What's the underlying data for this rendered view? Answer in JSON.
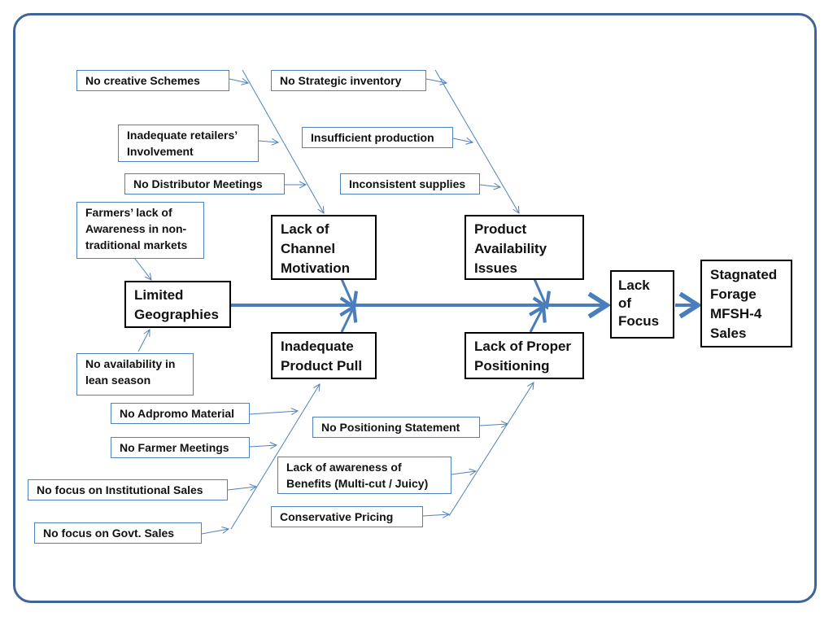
{
  "diagram": {
    "type": "fishbone",
    "effect": "Stagnated\nForage\nMFSH-4\nSales",
    "intermediate": "Lack\nof\nFocus",
    "categories": {
      "limited_geographies": {
        "label": "Limited\nGeographies",
        "causes": [
          "Farmers’ lack of\nAwareness in non-\ntraditional markets",
          "No availability in\nlean season"
        ]
      },
      "lack_channel_motivation": {
        "label": "Lack of\nChannel\nMotivation",
        "causes": [
          "No creative Schemes",
          "Inadequate retailers’\nInvolvement",
          "No Distributor Meetings"
        ]
      },
      "product_availability": {
        "label": "Product\nAvailability\nIssues",
        "causes": [
          "No Strategic inventory",
          "Insufficient production",
          "Inconsistent supplies"
        ]
      },
      "inadequate_product_pull": {
        "label": "Inadequate\nProduct Pull",
        "causes": [
          "No  Adpromo Material",
          "No Farmer Meetings",
          "No focus on  Institutional Sales",
          "No focus on  Govt. Sales"
        ]
      },
      "lack_positioning": {
        "label": "Lack of Proper\nPositioning",
        "causes": [
          "No Positioning Statement",
          "Lack of awareness  of\nBenefits (Multi-cut / Juicy)",
          "Conservative Pricing"
        ]
      }
    }
  },
  "colors": {
    "spine": "#4a7ebb",
    "connector": "#4f81bd",
    "border": "#3f6597"
  }
}
